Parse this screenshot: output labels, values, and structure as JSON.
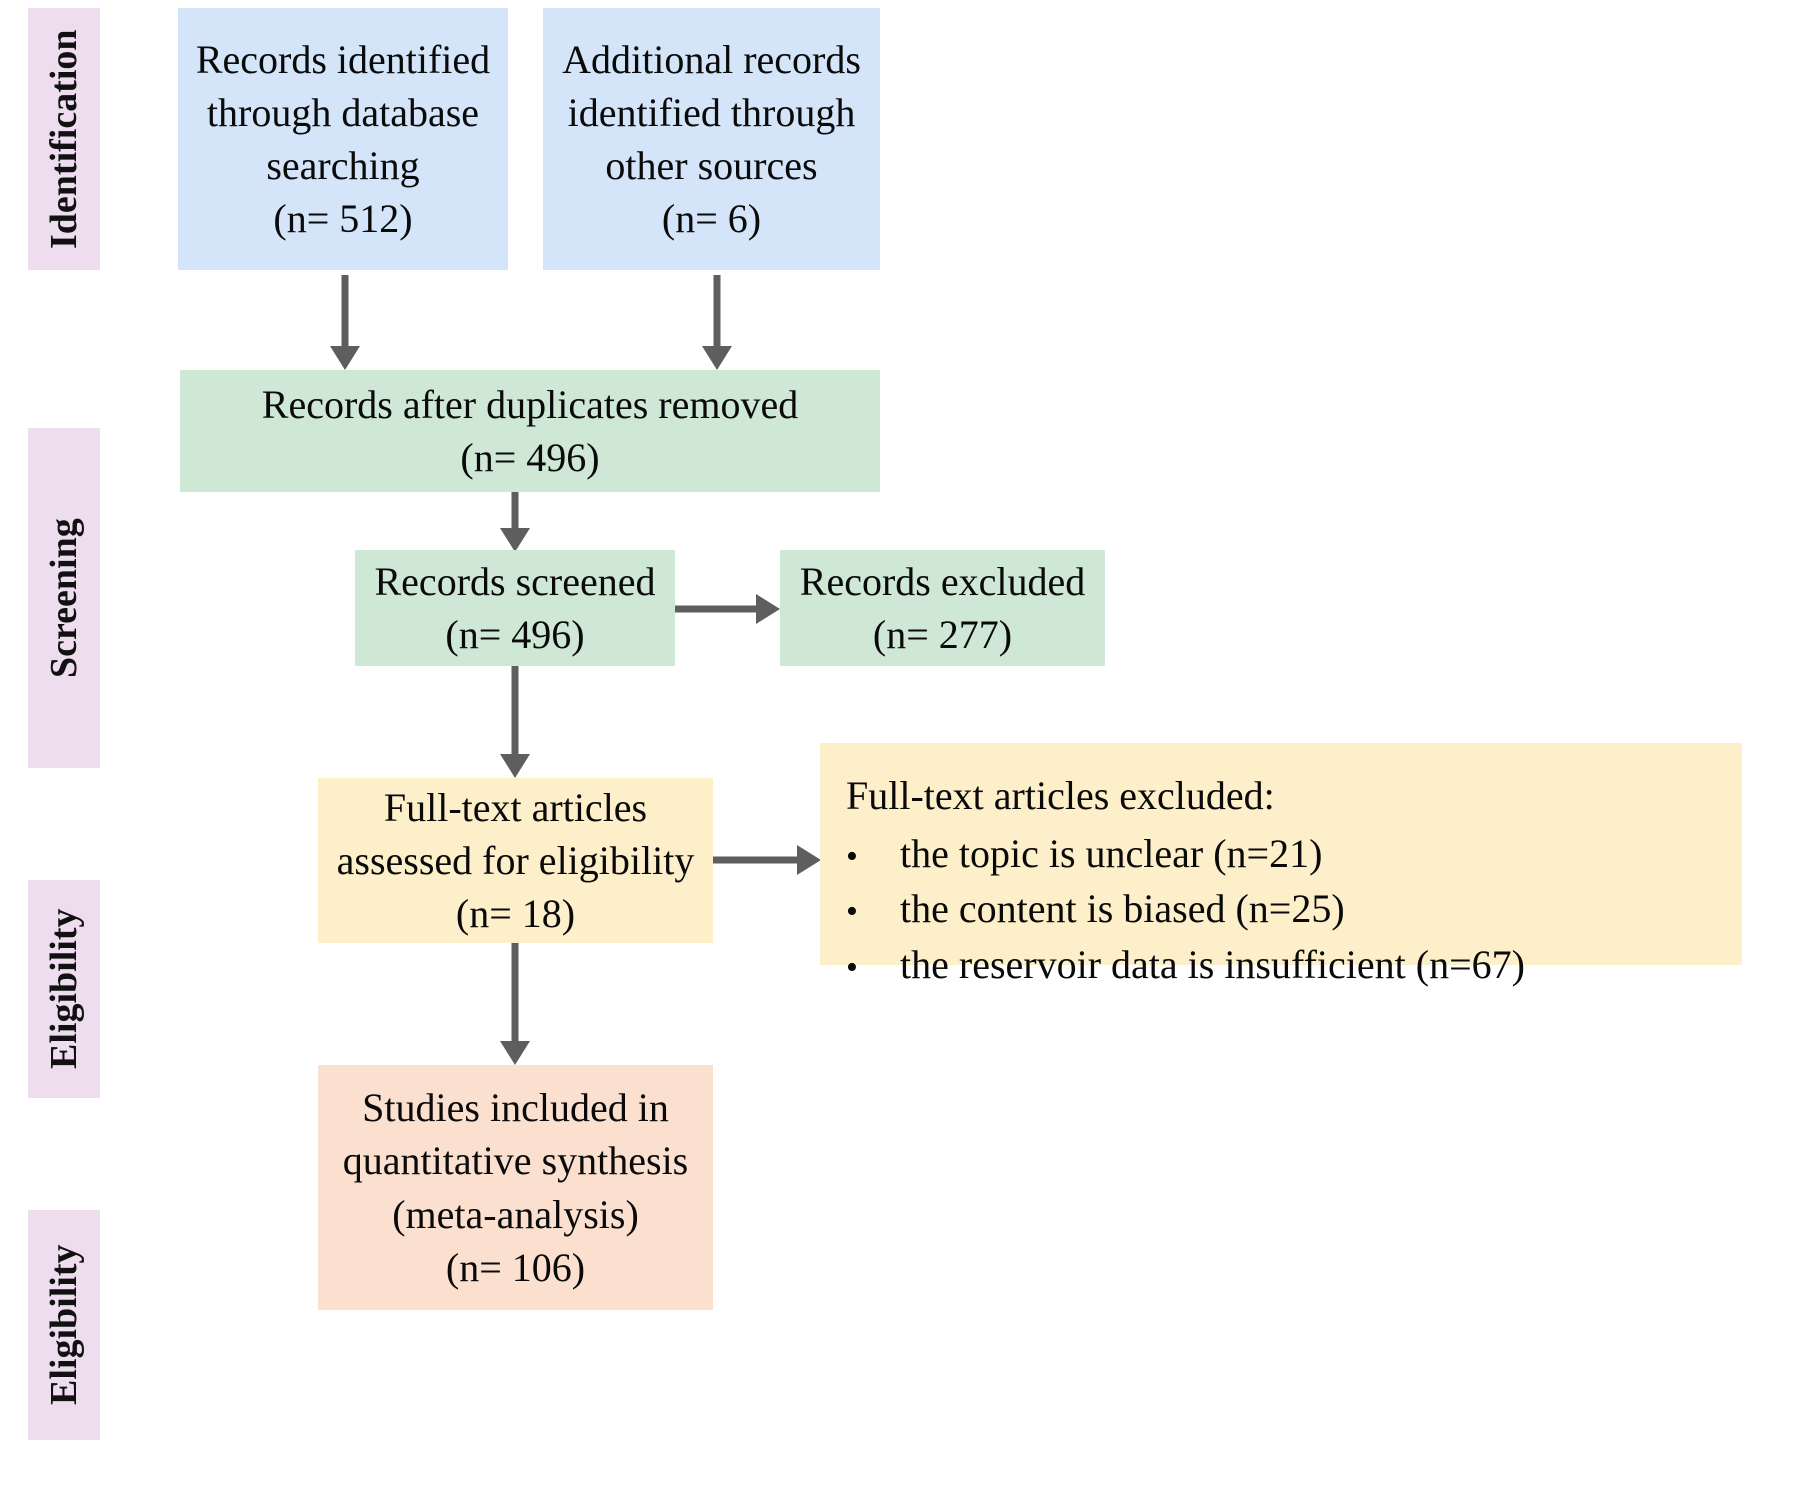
{
  "diagram": {
    "type": "prisma-flow-diagram",
    "colors": {
      "phase_label_bg": "#eedcef",
      "identification_box": "#d4e5f9",
      "screening_box": "#cfe8d5",
      "eligibility_box": "#fcefc9",
      "included_box": "#fbe0d0",
      "arrow": "#5e5e5e",
      "text": "#0a0a0a",
      "background": "#ffffff"
    },
    "phases": [
      {
        "label": "Identification"
      },
      {
        "label": "Screening"
      },
      {
        "label": "Eligibility"
      },
      {
        "label": "Eligibility"
      }
    ],
    "boxes": {
      "database_records": {
        "lines": [
          "Records identified",
          "through database",
          "searching",
          "(n= 512)"
        ],
        "count": 512
      },
      "other_records": {
        "lines": [
          "Additional records",
          "identified through",
          "other sources",
          "(n= 6)"
        ],
        "count": 6
      },
      "after_duplicates": {
        "lines": [
          "Records after duplicates removed",
          "(n= 496)"
        ],
        "count": 496
      },
      "records_screened": {
        "lines": [
          "Records screened",
          "(n= 496)"
        ],
        "count": 496
      },
      "records_excluded": {
        "lines": [
          "Records excluded",
          "(n= 277)"
        ],
        "count": 277
      },
      "fulltext_assessed": {
        "lines": [
          "Full-text articles",
          "assessed for eligibility",
          "(n= 18)"
        ],
        "count": 18
      },
      "fulltext_excluded": {
        "heading": "Full-text articles excluded:",
        "bullet_char": "•",
        "bullets": [
          "the topic is unclear (n=21)",
          "the content is biased (n=25)",
          "the reservoir data is insufficient (n=67)"
        ],
        "counts": [
          21,
          25,
          67
        ]
      },
      "studies_included": {
        "lines": [
          "Studies included in",
          "quantitative synthesis",
          "(meta-analysis)",
          "(n= 106)"
        ],
        "count": 106
      }
    }
  }
}
